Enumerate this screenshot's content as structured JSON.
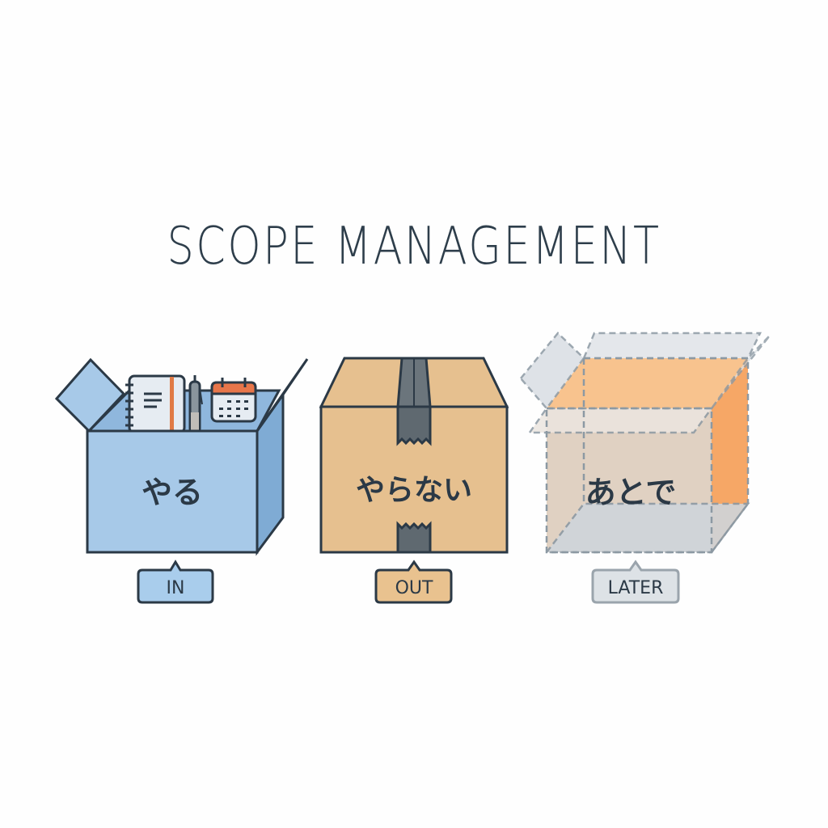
{
  "title": "SCOPE MANAGEMENT",
  "boxes": [
    {
      "id": "in",
      "kanji_label": "やる",
      "tag": "IN",
      "style": "open box with items",
      "contents": [
        "notebook-icon",
        "pen-icon",
        "calendar-icon"
      ],
      "fill": "#a7c9e8",
      "side_fill": "#7fabd4",
      "tag_fill": "#a9cdec"
    },
    {
      "id": "out",
      "kanji_label": "やらない",
      "tag": "OUT",
      "style": "closed taped box",
      "fill": "#e6c08f",
      "tape_fill": "#5f6970",
      "tag_fill": "#e9c28f"
    },
    {
      "id": "later",
      "kanji_label": "あとで",
      "tag": "LATER",
      "style": "translucent dashed box",
      "fill": "#dcd4cb",
      "interior_fill": "#f7b87a",
      "tag_fill": "#dde2e6"
    }
  ],
  "colors": {
    "outline": "#2b3946",
    "dashed_outline": "#8c99a3",
    "background": "#fefefe"
  }
}
